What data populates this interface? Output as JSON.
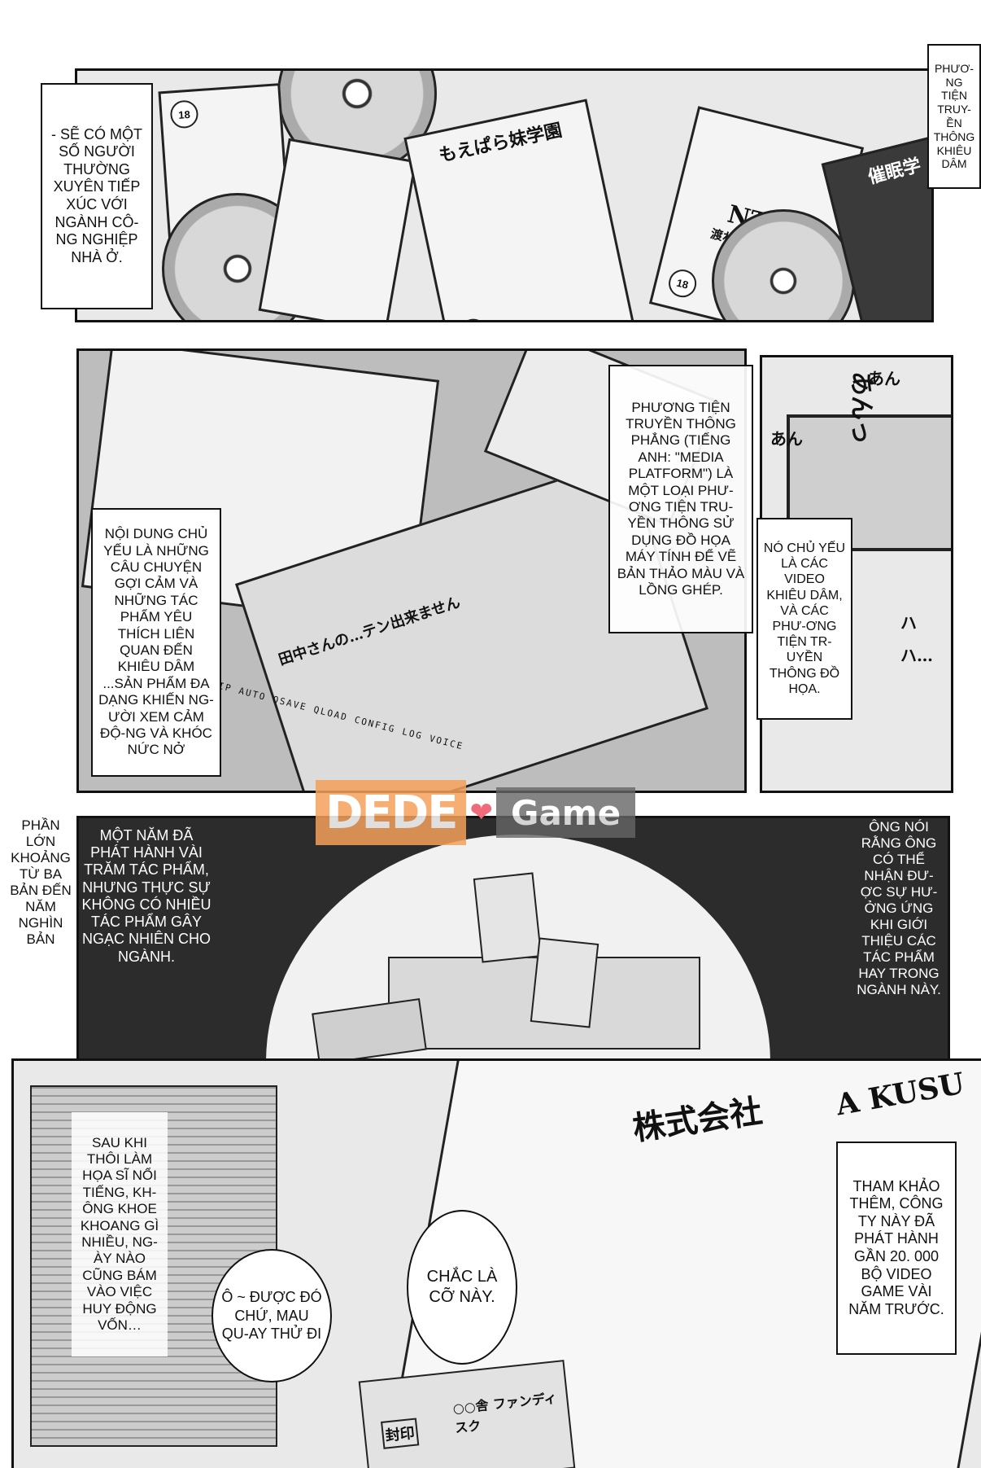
{
  "panel1": {
    "caption_left": "- SẼ CÓ MỘT SỐ NGƯỜI THƯỜNG XUYÊN TIẾP XÚC VỚI NGÀNH CÔ-NG NGHIỆP NHÀ Ở.",
    "caption_right": "PHƯƠ-NG TIỆN TRUY-ỀN THÔNG KHIÊU DÂM",
    "box_title_1": "もえぱら妹学園",
    "box_title_2": "NTR",
    "box_subtitle_2": "渡われた俺の妻",
    "box_title_3": "催眠学",
    "age_badge": "18"
  },
  "panel2": {
    "caption_top": "PHƯƠNG TIỆN TRUYỀN THÔNG PHẲNG (TIẾNG ANH: \"MEDIA PLATFORM\") LÀ MỘT LOẠI PHƯ-ƠNG TIỆN TRU-YỀN THÔNG SỬ DỤNG ĐỒ HỌA MÁY TÍNH ĐỂ VẼ BẢN THẢO MÀU VÀ LỒNG GHÉP.",
    "caption_left": "NỘI DUNG CHỦ YẾU LÀ NHỮNG CÂU CHUYỆN GỢI CẢM VÀ NHỮNG TÁC PHẨM YÊU THÍCH LIÊN QUAN ĐẾN KHIÊU DÂM ...SẢN PHẨM ĐA DẠNG KHIẾN NG-ƯỜI XEM CẢM ĐỘ-NG VÀ KHÓC NỨC NỞ",
    "game_menu": [
      "SKIP",
      "AUTO",
      "QSAVE",
      "QLOAD",
      "CONFIG",
      "LOG",
      "VOICE"
    ],
    "game_dialogue": "田中さんの…テン出来ません",
    "sfx_1": "あん",
    "sfx_2": "あんっ",
    "sfx_3": "あん",
    "sfx_4": "ハ",
    "sfx_5": "ハ…"
  },
  "panel2_right": {
    "caption": "NÓ CHỦ YẾU LÀ CÁC VIDEO KHIÊU DÂM, VÀ CÁC PHƯ-ƠNG TIỆN TR-UYỀN THÔNG ĐỒ HỌA."
  },
  "panel3": {
    "caption_outside": "PHẦN LỚN KHOẢNG TỪ BA BẢN ĐẾN NĂM NGHÌN BẢN",
    "caption_left": "MỘT NĂM ĐÃ PHÁT HÀNH VÀI TRĂM TÁC PHẨM, NHƯNG THỰC SỰ KHÔNG CÓ NHIỀU TÁC PHẨM GÂY NGẠC NHIÊN CHO NGÀNH.",
    "caption_right": "ÔNG NÓI RẰNG ÔNG CÓ THỂ NHẬN ĐƯ-ỢC SỰ HƯ-ỞNG ỨNG KHI GIỚI THIỆU CÁC TÁC PHẨM HAY TRONG NGÀNH NÀY."
  },
  "panel4": {
    "caption_left": "SAU KHI THÔI LÀM HỌA SĨ NỔI TIẾNG, KH-ÔNG KHOE KHOANG GÌ NHIỀU, NG-ÀY NÀO CŨNG BÁM VÀO VIỆC HUY ĐỘNG VỐN…",
    "bubble_1": "Ô ~ ĐƯỢC ĐÓ CHỨ, MAU QU-AY THỬ ĐI",
    "bubble_2": "CHẮC LÀ CỠ NÀY.",
    "caption_right": "THAM KHẢO THÊM, CÔNG TY NÀY ĐÃ PHÁT HÀNH GẦN 20. 000 BỘ VIDEO GAME VÀI NĂM TRƯỚC.",
    "sign_text": "株式会社",
    "sign_text_2": "A KUSU",
    "box_label": "○○舎 ファンディスク",
    "box_seal": "封印"
  },
  "watermark": {
    "logo": "DEDE",
    "game": "Game"
  }
}
